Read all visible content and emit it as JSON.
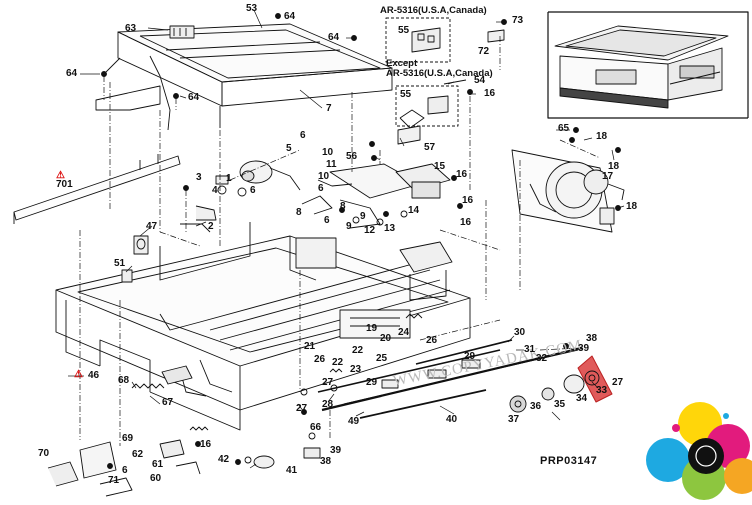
{
  "diagram": {
    "code": "PRP03147",
    "watermark": "WWW.COPYYADAK.COM",
    "model_note_1": "AR-5316(U.S.A,Canada)",
    "model_note_2_line1": "Except",
    "model_note_2_line2": "AR-5316(U.S.A,Canada)",
    "highlight_color": "#e05a5a",
    "labels": {
      "p1": "1",
      "p2": "2",
      "p3": "3",
      "p4": "4",
      "p5": "5",
      "p6a": "6",
      "p6b": "6",
      "p6c": "6",
      "p6d": "6",
      "p7": "7",
      "p8a": "8",
      "p8b": "8",
      "p9a": "9",
      "p9b": "9",
      "p10a": "10",
      "p10b": "10",
      "p11": "11",
      "p12": "12",
      "p13": "13",
      "p14": "14",
      "p15": "15",
      "p16a": "16",
      "p16b": "16",
      "p16c": "16",
      "p16d": "16",
      "p17": "17",
      "p18a": "18",
      "p18b": "18",
      "p18c": "18",
      "p19": "19",
      "p20": "20",
      "p21": "21",
      "p22a": "22",
      "p22b": "22",
      "p23": "23",
      "p24": "24",
      "p25": "25",
      "p26a": "26",
      "p26b": "26",
      "p27a": "27",
      "p27b": "27",
      "p28": "28",
      "p29a": "29",
      "p29b": "29",
      "p30": "30",
      "p31": "31",
      "p32": "32",
      "p33": "33",
      "p34": "34",
      "p35": "35",
      "p36": "36",
      "p37": "37",
      "p38a": "38",
      "p38b": "38",
      "p39a": "39",
      "p39b": "39",
      "p40": "40",
      "p41": "41",
      "p42": "42",
      "p46": "46",
      "p47": "47",
      "p49": "49",
      "p51": "51",
      "p53": "53",
      "p54": "54",
      "p55a": "55",
      "p55b": "55",
      "p56": "56",
      "p57": "57",
      "p60": "60",
      "p61": "61",
      "p62": "62",
      "p63": "63",
      "p64a": "64",
      "p64b": "64",
      "p64c": "64",
      "p64d": "64",
      "p65": "65",
      "p66": "66",
      "p67": "67",
      "p68": "68",
      "p69": "69",
      "p70": "70",
      "p71": "71",
      "p72": "72",
      "p73": "73",
      "p701": "701"
    }
  }
}
